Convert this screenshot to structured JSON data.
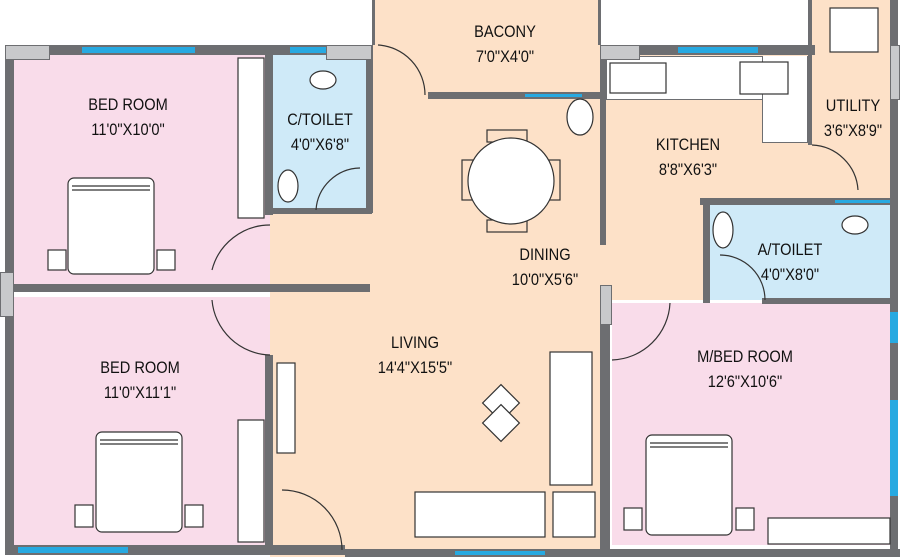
{
  "rooms": {
    "bed1": {
      "name": "BED ROOM",
      "size": "11'0\"X10'0\""
    },
    "ctoilet": {
      "name": "C/TOILET",
      "size": "4'0\"X6'8\""
    },
    "balcony": {
      "name": "BACONY",
      "size": "7'0\"X4'0\""
    },
    "kitchen": {
      "name": "KITCHEN",
      "size": "8'8\"X6'3\""
    },
    "utility": {
      "name": "UTILITY",
      "size": "3'6\"X8'9\""
    },
    "dining": {
      "name": "DINING",
      "size": "10'0\"X5'6\""
    },
    "atoilet": {
      "name": "A/TOILET",
      "size": "4'0\"X8'0\""
    },
    "living": {
      "name": "LIVING",
      "size": "14'4\"X15'5\""
    },
    "bed2": {
      "name": "BED ROOM",
      "size": "11'0\"X11'1\""
    },
    "mbed": {
      "name": "M/BED ROOM",
      "size": "12'6\"X10'6\""
    }
  },
  "colors": {
    "bedroom": "#f9dcea",
    "toilet": "#cfeaf8",
    "common": "#fde1c8",
    "wall": "#6d6e71",
    "window": "#27a9e1"
  }
}
